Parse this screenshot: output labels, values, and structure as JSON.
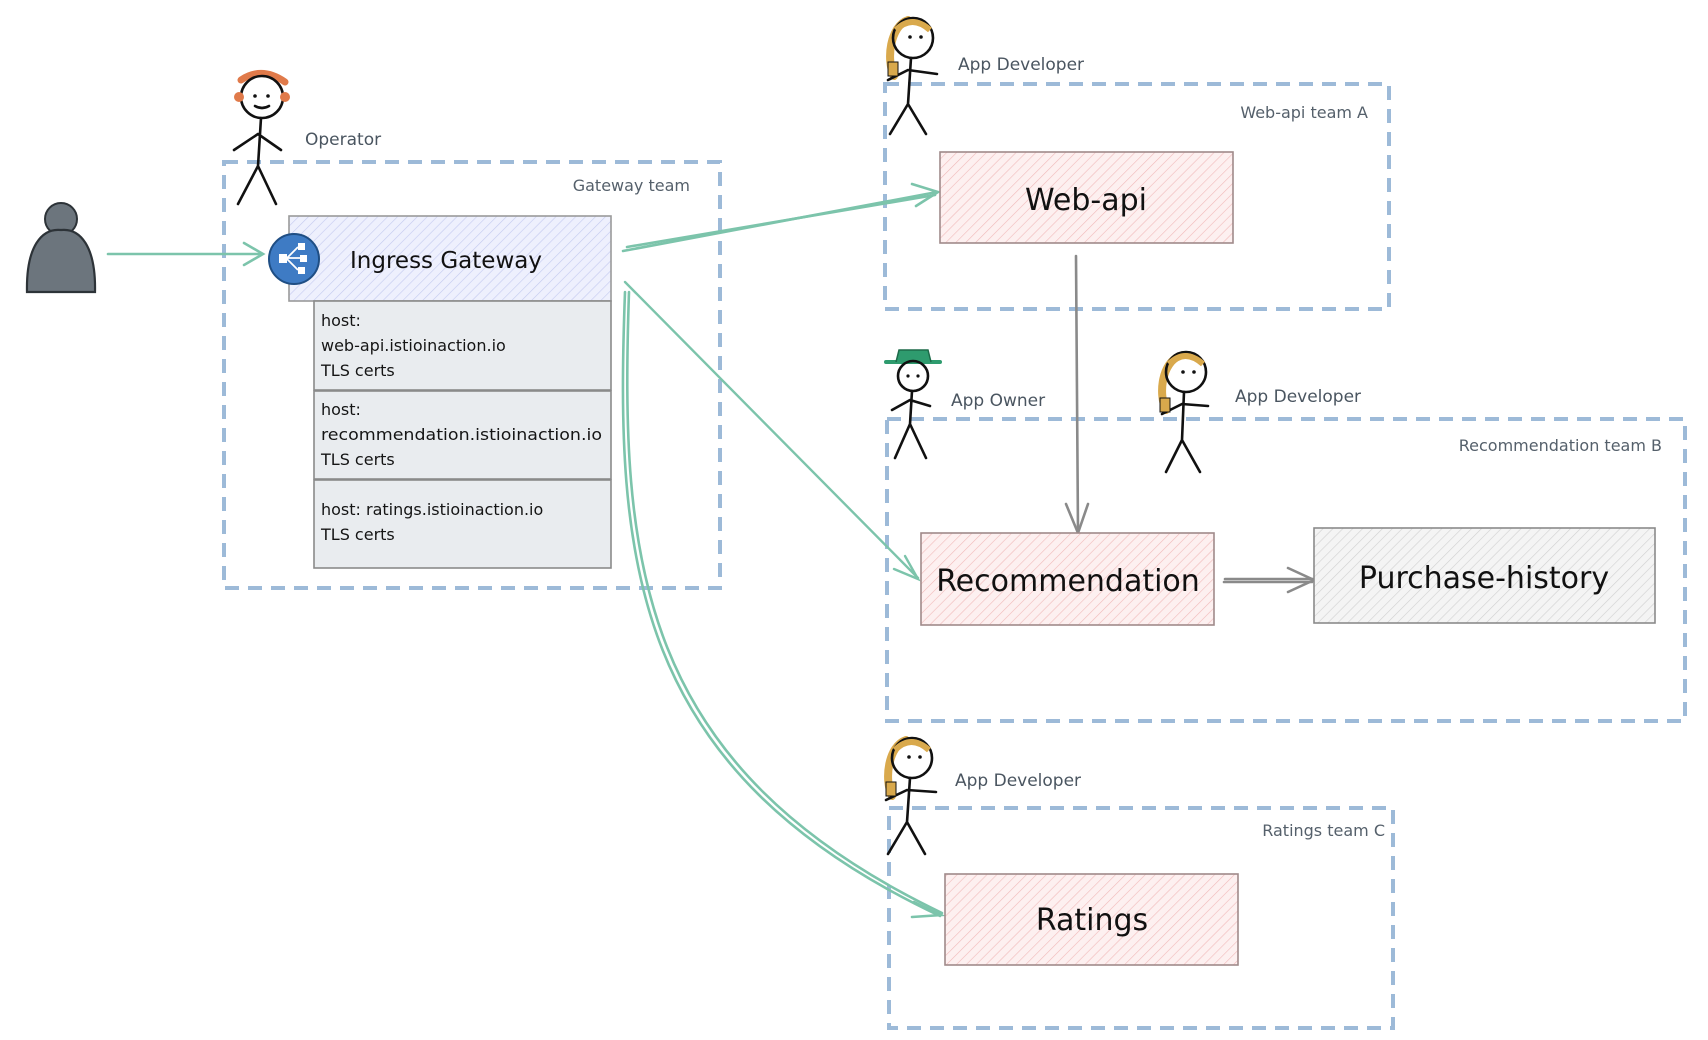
{
  "actors": {
    "operator": "Operator",
    "web_api_dev": "App Developer",
    "reco_owner": "App Owner",
    "reco_dev": "App Developer",
    "ratings_dev": "App Developer"
  },
  "teams": {
    "gateway": "Gateway team",
    "web_api": "Web-api team A",
    "recommendation": "Recommendation team B",
    "ratings": "Ratings team C"
  },
  "gateway": {
    "title": "Ingress Gateway",
    "hosts": [
      {
        "line1": "host:",
        "line2": "web-api.istioinaction.io",
        "line3": "TLS certs"
      },
      {
        "line1": "host:",
        "line2": "recommendation.istioinaction.io",
        "line3": "TLS certs"
      },
      {
        "line1": "host: ratings.istioinaction.io",
        "line2": "TLS certs"
      }
    ]
  },
  "services": {
    "web_api": "Web-api",
    "recommendation": "Recommendation",
    "purchase_history": "Purchase-history",
    "ratings": "Ratings"
  },
  "icons": {
    "user": "user-silhouette-icon",
    "gateway": "gateway-hub-icon",
    "stick_figure": "stick-figure-icon"
  },
  "colors": {
    "team_border": "#9dbad8",
    "gateway_fill": "#e6e9fb",
    "host_fill": "#e9ecef",
    "service_fill": "#fbe3e3",
    "purchase_fill": "#ededed",
    "ingress_arrow": "#7cc4ab",
    "internal_arrow": "#8a8a8a",
    "gateway_icon": "#3e7bc4"
  }
}
